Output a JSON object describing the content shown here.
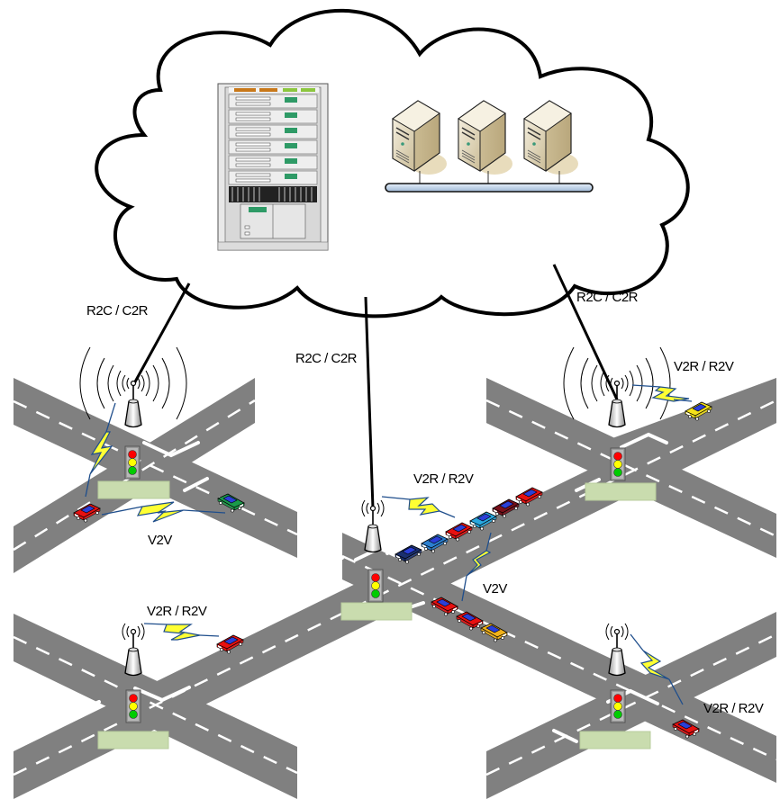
{
  "diagram": {
    "title": "",
    "cloud": {
      "label": "",
      "components": [
        {
          "name": "server-rack",
          "type": "rack"
        },
        {
          "name": "tower-server-1",
          "type": "tower"
        },
        {
          "name": "tower-server-2",
          "type": "tower"
        },
        {
          "name": "tower-server-3",
          "type": "tower"
        }
      ],
      "network_bus": "lan-bus"
    },
    "links": {
      "left_uplink": "R2C / C2R",
      "center_uplink": "R2C / C2R",
      "right_uplink": "R2C / C2R"
    },
    "intersections": [
      {
        "id": "top-left",
        "rsu_range": "large",
        "link_label": "",
        "v2v_label": "V2V"
      },
      {
        "id": "center",
        "rsu_range": "small",
        "link_label": "V2R / R2V",
        "v2v_label": "V2V"
      },
      {
        "id": "top-right",
        "rsu_range": "large",
        "link_label": "V2R / R2V"
      },
      {
        "id": "bottom-left",
        "rsu_range": "small",
        "link_label": "V2R / R2V"
      },
      {
        "id": "bottom-right",
        "rsu_range": "small",
        "link_label": "V2R / R2V"
      }
    ],
    "labels": {
      "v2v_left": "V2V",
      "v2v_center": "V2V",
      "v2r_center": "V2R / R2V",
      "v2r_top_right": "V2R / R2V",
      "v2r_bottom_left": "V2R / R2V",
      "v2r_bottom_right": "V2R / R2V"
    },
    "colors": {
      "road": "#808080",
      "lane_marking": "#ffffff",
      "wireless_bolt": "#ffff33",
      "bolt_outline": "#1f4e8c",
      "pedestrian_pad": "#c9dcae",
      "traffic_red": "#ff0000",
      "traffic_yellow": "#ffff00",
      "traffic_green": "#00cc00"
    },
    "vehicles": [
      {
        "location": "top-left",
        "color": "#e81010"
      },
      {
        "location": "top-left",
        "color": "#1a9a4a"
      },
      {
        "location": "center-queue",
        "color": "#1a2f6e"
      },
      {
        "location": "center-queue",
        "color": "#2a7fd0"
      },
      {
        "location": "center-queue",
        "color": "#e81010"
      },
      {
        "location": "center-queue",
        "color": "#29a8e0"
      },
      {
        "location": "center-queue",
        "color": "#7a0f1a"
      },
      {
        "location": "center-queue",
        "color": "#e81010"
      },
      {
        "location": "center-lower",
        "color": "#e81010"
      },
      {
        "location": "center-lower",
        "color": "#e81010"
      },
      {
        "location": "center-lower",
        "color": "#f2b21a"
      },
      {
        "location": "top-right",
        "color": "#f5e21a"
      },
      {
        "location": "bottom-left",
        "color": "#e81010"
      },
      {
        "location": "bottom-right",
        "color": "#e81010"
      }
    ]
  }
}
